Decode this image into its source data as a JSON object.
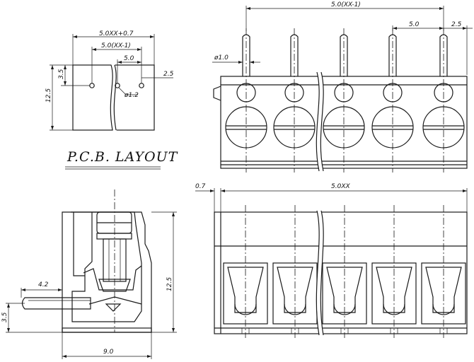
{
  "title": "P.C.B.  LAYOUT",
  "dimensions": {
    "pcb_width": "5.0XX+0.7",
    "pcb_pitch_total": "5.0(XX-1)",
    "pcb_pitch": "5.0",
    "pcb_edge": "2.5",
    "pcb_row": "3.5",
    "pcb_height": "12.5",
    "pcb_hole": "ø1.2",
    "top_total": "5.0(XX-1)",
    "top_pitch": "5.0",
    "top_edge": "2.5",
    "pin_dia": "ø1.0",
    "front_edge": "0.7",
    "front_total": "5.0XX",
    "side_height": "12.5",
    "side_pin": "4.2",
    "side_row": "3.5",
    "side_width": "9.0"
  },
  "colors": {
    "line": "#1a1a1a",
    "background": "#ffffff"
  }
}
